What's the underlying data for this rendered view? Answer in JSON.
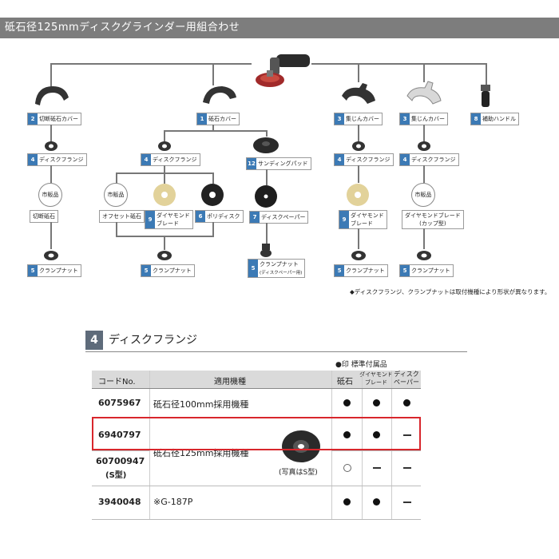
{
  "header": {
    "title": "砥石径125mmディスクグラインダー用組合わせ"
  },
  "diagram": {
    "items": {
      "cutting_cover": {
        "num": "2",
        "label": "切断砥石カバー"
      },
      "disc_flange_1": {
        "num": "4",
        "label": "ディスクフランジ"
      },
      "ichihan_1": {
        "label": "市販品"
      },
      "cutting_wheel": {
        "label": "切断砥石"
      },
      "clamp_nut_1": {
        "num": "5",
        "label": "クランプナット"
      },
      "grinding_cover": {
        "num": "1",
        "label": "砥石カバー"
      },
      "disc_flange_2": {
        "num": "4",
        "label": "ディスクフランジ"
      },
      "ichihan_2": {
        "label": "市販品"
      },
      "offset_wheel": {
        "label": "オフセット砥石"
      },
      "diamond_blade_1": {
        "num": "9",
        "line1": "ダイヤモンド",
        "line2": "ブレード"
      },
      "poly_disc": {
        "num": "6",
        "label": "ポリディスク"
      },
      "clamp_nut_2": {
        "num": "5",
        "label": "クランプナット"
      },
      "sanding_pad": {
        "num": "12",
        "label": "サンディングパッド"
      },
      "disc_paper": {
        "num": "7",
        "label": "ディスクペーパー"
      },
      "clamp_nut_3": {
        "num": "5",
        "line1": "クランプナット",
        "line2": "(ディスクペーパー用)"
      },
      "dust_cover_1": {
        "num": "3",
        "label": "集じんカバー"
      },
      "disc_flange_3": {
        "num": "4",
        "label": "ディスクフランジ"
      },
      "diamond_blade_2": {
        "num": "9",
        "line1": "ダイヤモンド",
        "line2": "ブレード"
      },
      "clamp_nut_4": {
        "num": "5",
        "label": "クランプナット"
      },
      "dust_cover_2": {
        "num": "3",
        "label": "集じんカバー"
      },
      "disc_flange_4": {
        "num": "4",
        "label": "ディスクフランジ"
      },
      "ichihan_3": {
        "label": "市販品"
      },
      "diamond_blade_cup": {
        "line1": "ダイヤモンドブレード",
        "line2": "(カップ型)"
      },
      "clamp_nut_5": {
        "num": "5",
        "label": "クランプナット"
      },
      "aux_handle": {
        "num": "8",
        "label": "補助ハンドル"
      }
    },
    "note": "◆ディスクフランジ、クランプナットは取付機種により形状が異なります。"
  },
  "section": {
    "num": "4",
    "title": "ディスクフランジ",
    "legend": "●印 標準付属品"
  },
  "table": {
    "headers": {
      "code": "コードNo.",
      "model": "適用機種",
      "grinding": "砥石",
      "diamond_1": "ダイヤモンド",
      "diamond_2": "ブレード",
      "paper_1": "ディスク",
      "paper_2": "ペーパー"
    },
    "rows": [
      {
        "code": "6075967",
        "model": "砥石径100mm採用機種",
        "cols": [
          "filled",
          "filled",
          "filled"
        ]
      },
      {
        "code": "6940797",
        "model": "",
        "cols": [
          "filled",
          "filled",
          "dash"
        ]
      },
      {
        "code": "60700947",
        "code_sub": "(S型)",
        "model": "",
        "cols": [
          "open",
          "dash",
          "dash"
        ]
      },
      {
        "code": "3940048",
        "model": "※G-187P",
        "cols": [
          "filled",
          "filled",
          "dash"
        ]
      }
    ],
    "merged_model": "砥石径125mm採用機種",
    "photo_caption": "(写真はS型)"
  }
}
